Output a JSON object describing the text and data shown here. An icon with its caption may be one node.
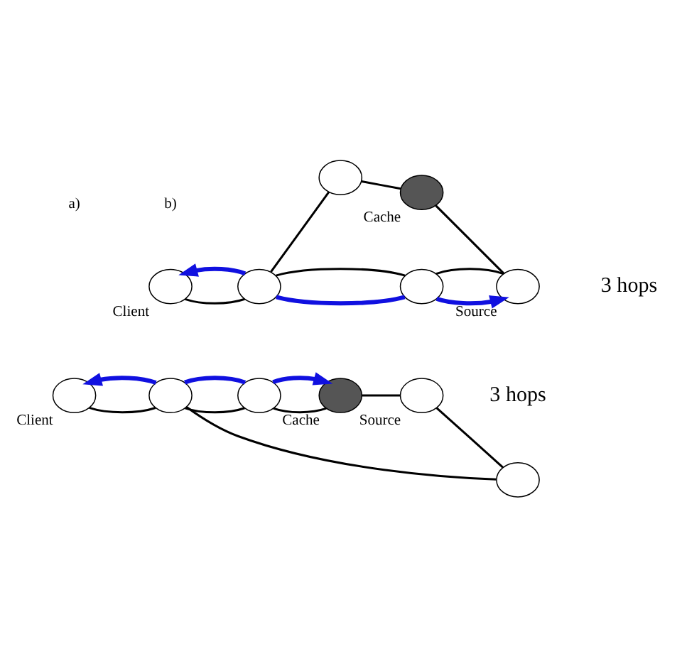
{
  "diagram": {
    "nodes": [
      {
        "text": [],
        "shape": "circle",
        "beside": [
          "Client"
        ]
      },
      {
        "text": [],
        "shape": "circle"
      },
      {
        "text": [],
        "shape": "circle"
      },
      {
        "text": [],
        "shape": "circle"
      },
      {
        "text": [],
        "shape": "circle",
        "beside": [
          "Cache"
        ]
      },
      {
        "text": [],
        "shape": "circle",
        "beside": [
          "Source"
        ]
      },
      {
        "text": [],
        "shape": "circle",
        "beside": [
          "Client"
        ]
      },
      {
        "text": [],
        "shape": "circle"
      },
      {
        "text": [],
        "shape": "circle"
      },
      {
        "text": [],
        "shape": "circle"
      },
      {
        "text": [],
        "shape": "circle",
        "beside": [
          "Cache"
        ]
      },
      {
        "text": [],
        "shape": "circle",
        "beside": [
          "Source"
        ]
      }
    ],
    "edges": [
      {
        "from": 0,
        "to": 2,
        "arrow": "none"
      },
      {
        "from": 2,
        "to": 1,
        "arrow": "none"
      },
      {
        "from": 1,
        "to": 4,
        "arrow": "none"
      },
      {
        "from": 4,
        "to": 5,
        "arrow": "none"
      },
      {
        "from": 5,
        "to": 3,
        "arrow": "none"
      },
      {
        "from": 3,
        "to": 2,
        "arrow": "none"
      },
      {
        "from": 2,
        "to": 0,
        "arrow": "to",
        "style": "thick",
        "color": "#1010e0"
      },
      {
        "from": 2,
        "to": 1,
        "arrow": "none",
        "style": "thick",
        "color": "#1010e0"
      },
      {
        "from": 1,
        "to": 4,
        "arrow": "to",
        "style": "thick",
        "color": "#1010e0"
      },
      {
        "from": 6,
        "to": 8,
        "arrow": "none"
      },
      {
        "from": 8,
        "to": 7,
        "arrow": "none"
      },
      {
        "from": 7,
        "to": 10,
        "arrow": "none"
      },
      {
        "from": 10,
        "to": 11,
        "arrow": "none"
      },
      {
        "from": 11,
        "to": 9,
        "arrow": "none"
      },
      {
        "from": 9,
        "to": 8,
        "arrow": "none"
      },
      {
        "from": 8,
        "to": 6,
        "arrow": "to",
        "style": "thick",
        "color": "#1010e0"
      },
      {
        "from": 8,
        "to": 9,
        "arrow": "none",
        "style": "thick",
        "color": "#1010e0"
      },
      {
        "from": 9,
        "to": 11,
        "arrow": "to",
        "style": "thick",
        "color": "#1010e0"
      }
    ],
    "labels": [
      "3 hops",
      "a)",
      "3 hops",
      "b)"
    ]
  }
}
